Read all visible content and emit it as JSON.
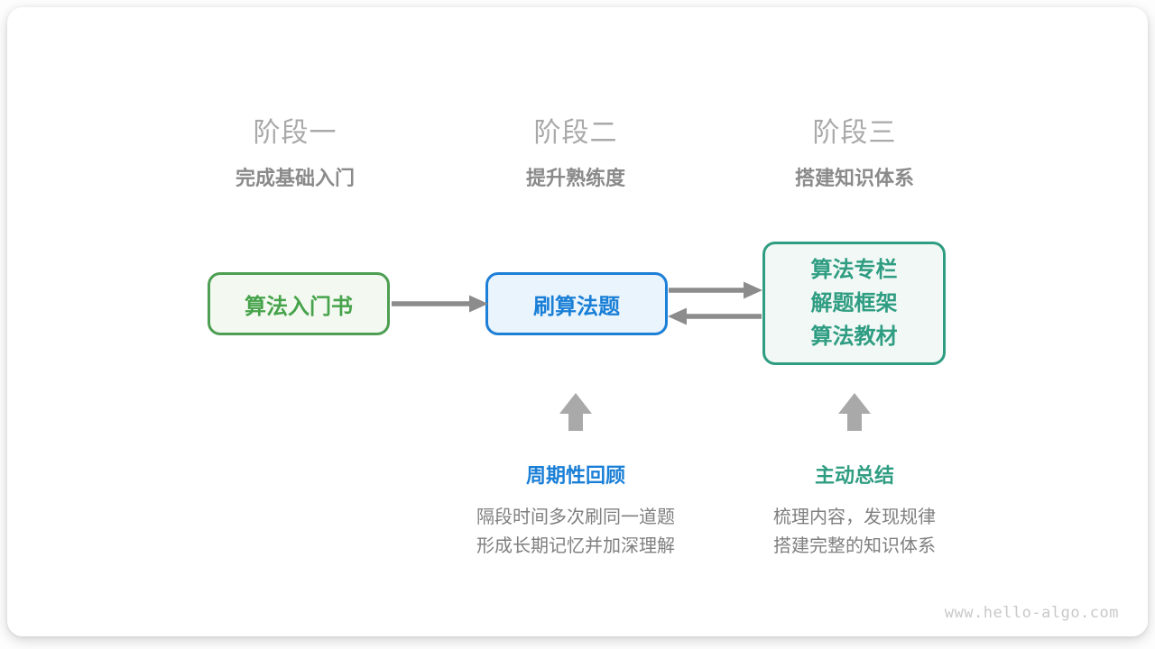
{
  "colors": {
    "card-bg": "#ffffff",
    "header-gray": "#a9a9a9",
    "subtitle-gray": "#8a8a8a",
    "desc-gray": "#7f7f7f",
    "arrow-gray": "#8c8c8c",
    "up-arrow-gray": "#a9a9a9",
    "green-border": "#4e9e53",
    "green-text": "#47a34b",
    "green-bg": "#f3f9f1",
    "blue-border": "#1e7fd6",
    "blue-text": "#1a7fd6",
    "blue-bg": "#eaf4fd",
    "teal-border": "#2f9d82",
    "teal-text": "#2f9d82",
    "teal-bg": "#f1f8f5",
    "watermark-gray": "#c9c9c9"
  },
  "stages": [
    {
      "title": "阶段一",
      "subtitle": "完成基础入门"
    },
    {
      "title": "阶段二",
      "subtitle": "提升熟练度"
    },
    {
      "title": "阶段三",
      "subtitle": "搭建知识体系"
    }
  ],
  "boxes": [
    {
      "label": "算法入门书"
    },
    {
      "label": "刷算法题"
    },
    {
      "lines": [
        "算法专栏",
        "解题框架",
        "算法教材"
      ]
    }
  ],
  "annotations": [
    {
      "label": "周期性回顾",
      "desc_lines": [
        "隔段时间多次刷同一道题",
        "形成长期记忆并加深理解"
      ]
    },
    {
      "label": "主动总结",
      "desc_lines": [
        "梳理内容，发现规律",
        "搭建完整的知识体系"
      ]
    }
  ],
  "watermark": "www.hello-algo.com"
}
